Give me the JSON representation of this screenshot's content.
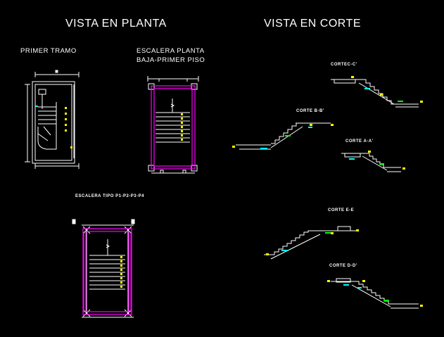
{
  "titles": {
    "plan_view": "VISTA EN PLANTA",
    "section_view": "VISTA EN CORTE"
  },
  "plan_labels": {
    "first_flight": "PRIMER TRAMO",
    "stair_ground_line1": "ESCALERA PLANTA",
    "stair_ground_line2": "BAJA-PRIMER PISO",
    "typical_stair": "ESCALERA TIPO P1-P2-P3-P4"
  },
  "section_labels": {
    "cc": "CORTEC-C'",
    "bb": "CORTE B-B'",
    "aa": "CORTE A-A'",
    "ee": "CORTE E-E",
    "dd": "CORTE D-D'"
  },
  "colors": {
    "background": "#000000",
    "lines": "#ffffff",
    "walls": "#ff00ff",
    "annotation": "#ffff00",
    "rebar": "#00ffff",
    "hatch": "#00ff00"
  }
}
